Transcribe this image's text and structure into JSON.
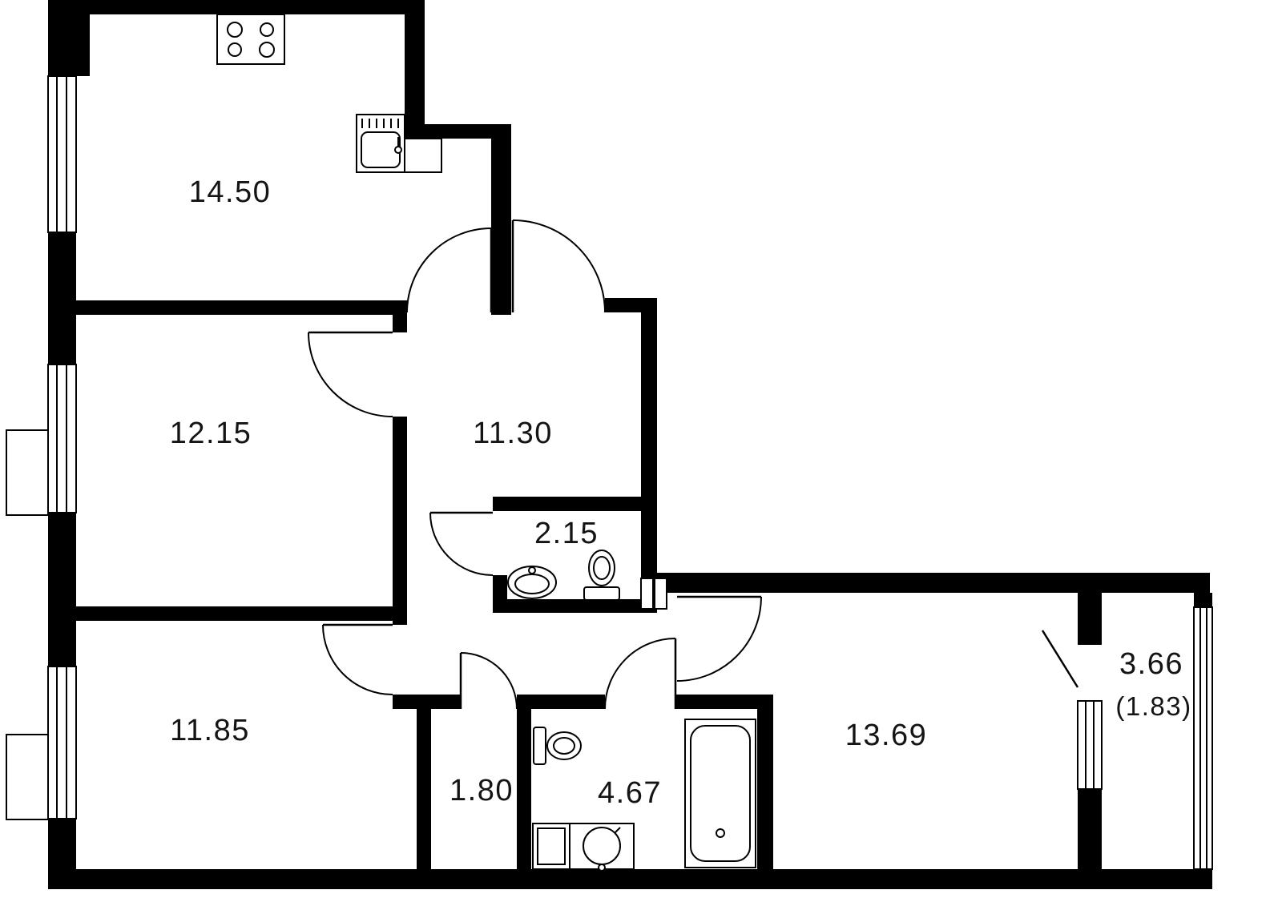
{
  "floor_plan": {
    "background": "#ffffff",
    "wall_color": "#000000",
    "line_color": "#000000",
    "rooms": [
      {
        "name": "kitchen",
        "area": "14.50"
      },
      {
        "name": "room-1",
        "area": "12.15"
      },
      {
        "name": "hallway",
        "area": "11.30"
      },
      {
        "name": "wc",
        "area": "2.15"
      },
      {
        "name": "room-2",
        "area": "11.85"
      },
      {
        "name": "corridor",
        "area": "1.80"
      },
      {
        "name": "bathroom",
        "area": "4.67"
      },
      {
        "name": "room-3",
        "area": "13.69"
      },
      {
        "name": "balcony",
        "area": "3.66",
        "area_secondary": "(1.83)"
      }
    ],
    "fixtures": [
      "stove-icon",
      "kitchen-sink-icon",
      "wc-sink-icon",
      "wc-toilet-icon",
      "bathroom-toilet-icon",
      "washing-machine-icon",
      "bathroom-sink-icon",
      "bathtub-icon",
      "vent-shaft-icon"
    ]
  }
}
